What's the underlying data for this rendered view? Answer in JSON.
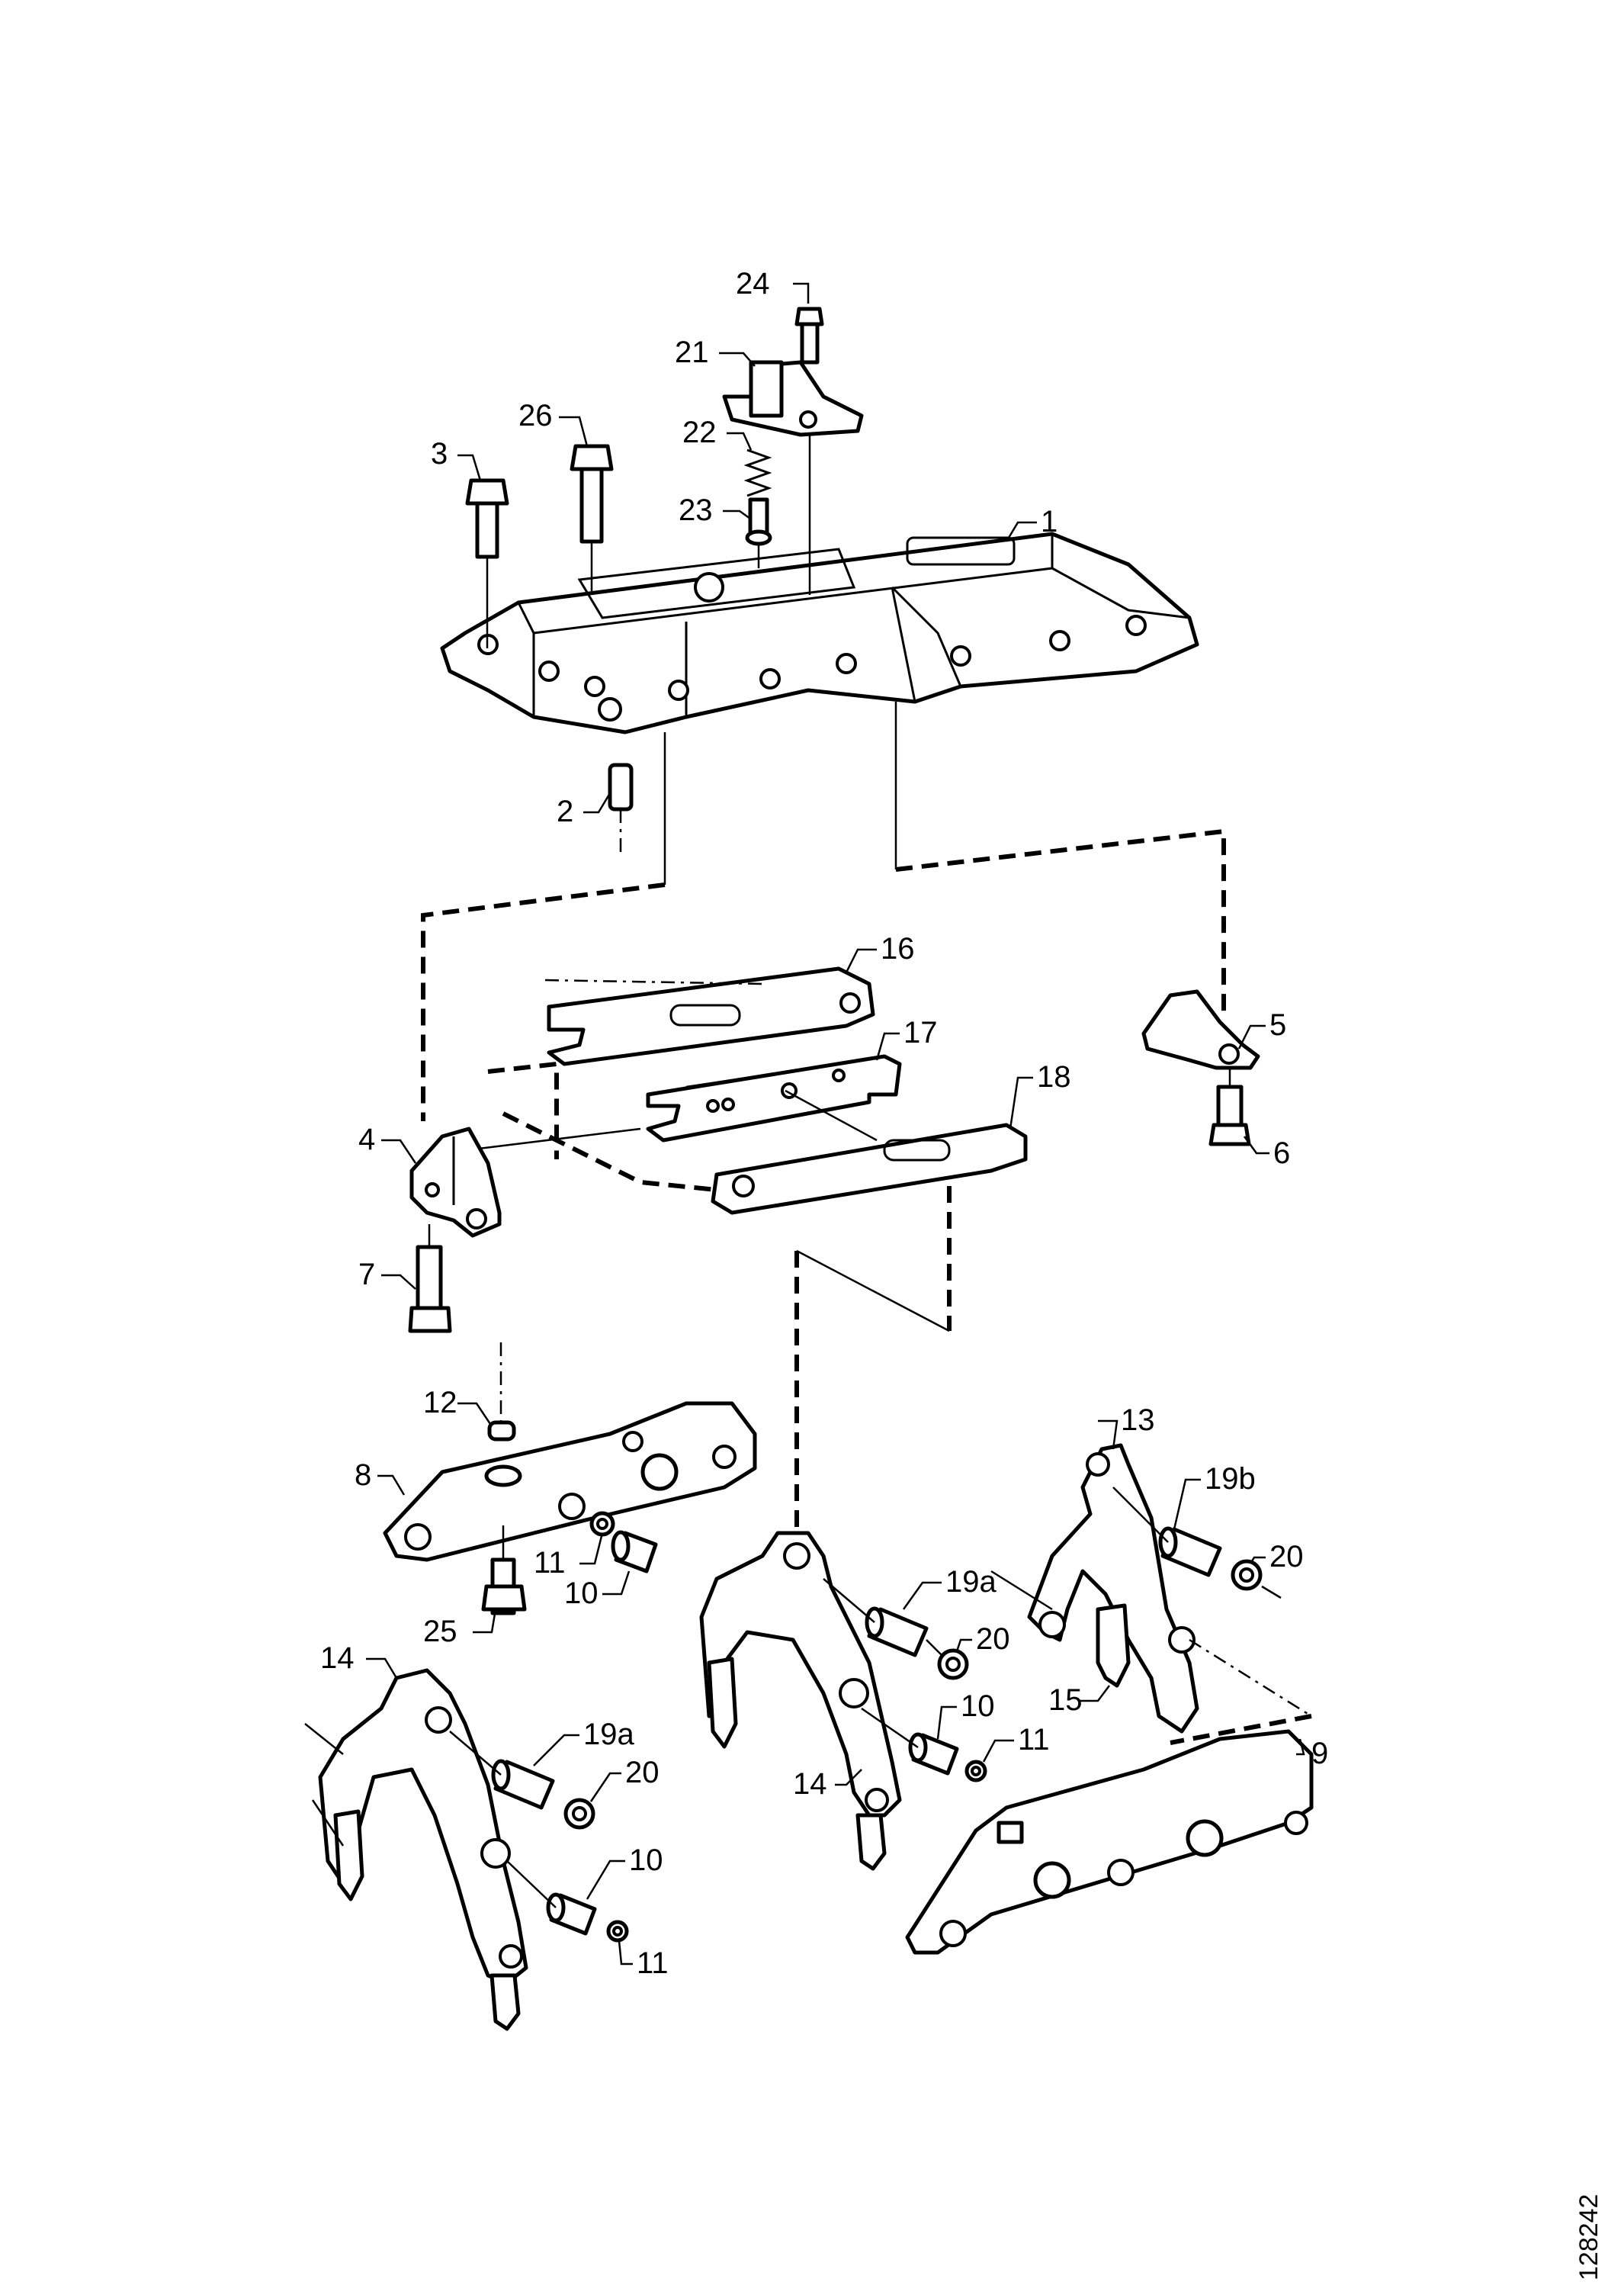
{
  "figure_number": "128242",
  "labels": {
    "p1": "1",
    "p2": "2",
    "p3": "3",
    "p4": "4",
    "p5": "5",
    "p6": "6",
    "p7": "7",
    "p8": "8",
    "p9": "9",
    "p10a": "10",
    "p10b": "10",
    "p10c": "10",
    "p11a": "11",
    "p11b": "11",
    "p11c": "11",
    "p12": "12",
    "p13": "13",
    "p14a": "14",
    "p14b": "14",
    "p15": "15",
    "p16": "16",
    "p17": "17",
    "p18": "18",
    "p19a1": "19a",
    "p19a2": "19a",
    "p19b": "19b",
    "p20a": "20",
    "p20b": "20",
    "p20c": "20",
    "p21": "21",
    "p22": "22",
    "p23": "23",
    "p24": "24",
    "p25": "25",
    "p26": "26"
  }
}
